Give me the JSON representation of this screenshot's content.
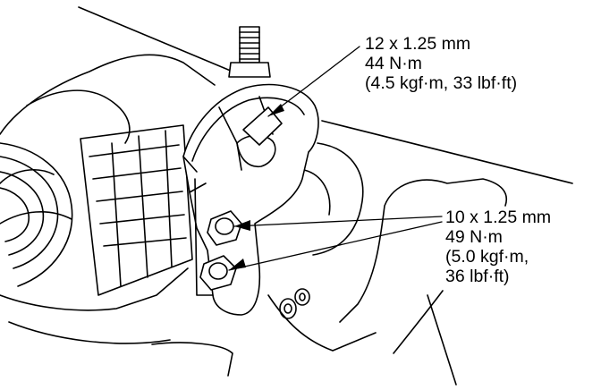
{
  "colors": {
    "ink": "#000000",
    "paper": "#ffffff"
  },
  "callouts": {
    "upper_bolt": {
      "lines": [
        "12 x 1.25 mm",
        "44 N·m",
        "(4.5 kgf·m, 33 lbf·ft)"
      ]
    },
    "lower_bolts": {
      "lines": [
        "10 x 1.25 mm",
        "49 N·m",
        "(5.0 kgf·m,",
        "36 lbf·ft)"
      ]
    }
  }
}
